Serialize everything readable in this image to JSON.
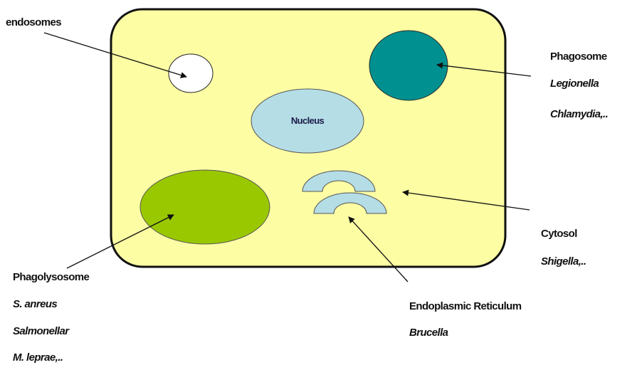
{
  "colors": {
    "cell_fill": "#fdfda4",
    "cell_stroke": "#111111",
    "endosome_fill": "#ffffff",
    "phagosome_fill": "#00908f",
    "nucleus_fill": "#b5dde5",
    "phagolysosome_fill": "#99c800",
    "er_fill": "#b5dde5",
    "arrow": "#111111"
  },
  "diagram": {
    "nucleus_label": "Nucleus"
  },
  "labels": {
    "endosomes": "endosomes",
    "phagosome": {
      "title": "Phagosome",
      "examples": [
        "Legionella",
        "Chlamydia,.."
      ]
    },
    "cytosol": {
      "title": "Cytosol",
      "examples": [
        "Shigella,.."
      ]
    },
    "phagolysosome": {
      "title": "Phagolysosome",
      "examples": [
        "S. anreus",
        "Salmonellar",
        "M. leprae,.."
      ]
    },
    "er": {
      "title": "Endoplasmic Reticulum",
      "examples": [
        "Brucella"
      ]
    }
  }
}
